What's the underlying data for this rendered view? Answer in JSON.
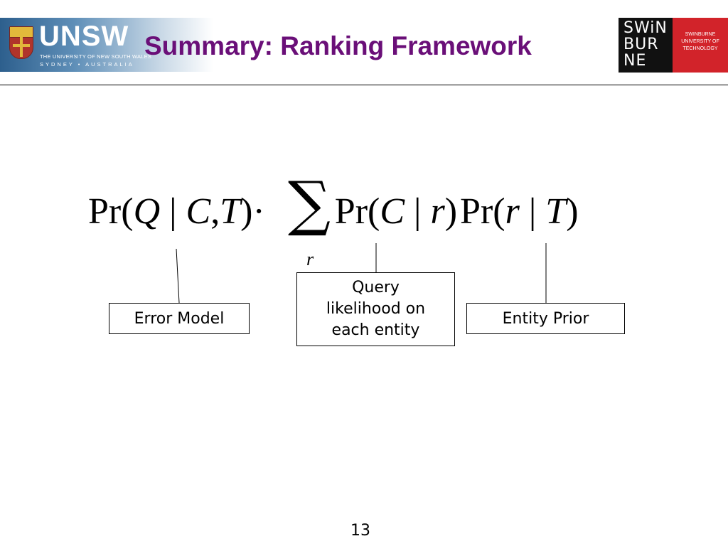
{
  "header": {
    "unsw_logo": {
      "wordmark": "UNSW",
      "line1": "THE UNIVERSITY OF NEW SOUTH WALES",
      "line2": "SYDNEY • AUSTRALIA",
      "crest_icon": "unsw-crest-icon",
      "colors": {
        "banner_start": "#2d5f8d",
        "crest_red": "#b0342b",
        "crest_gold": "#e2b93b"
      }
    },
    "title": "Summary: Ranking Framework",
    "title_color": "#6a0f78",
    "swinburne_logo": {
      "wordmark_lines": [
        "SWiN",
        "BUR",
        "NE"
      ],
      "name_lines": [
        "SWINBURNE",
        "UNIVERSITY OF",
        "TECHNOLOGY"
      ],
      "colors": {
        "black": "#111111",
        "red": "#d2232a"
      }
    }
  },
  "formula": {
    "p1": "Pr(",
    "q": "Q",
    "bar1": " | ",
    "c1": "C",
    "comma": ",",
    "t1": "T",
    "close1": ")·",
    "sigma": "∑",
    "p2": "Pr(",
    "c2": "C",
    "bar2": " | ",
    "r1": "r",
    "close2": ")",
    "p3": "Pr(",
    "r2": "r",
    "bar3": " | ",
    "t2": "T",
    "close3": ")",
    "sum_index": "r"
  },
  "annotations": {
    "error_model": "Error Model",
    "query_likelihood_lines": [
      "Query",
      "likelihood on",
      "each entity"
    ],
    "entity_prior": "Entity Prior"
  },
  "page_number": "13"
}
